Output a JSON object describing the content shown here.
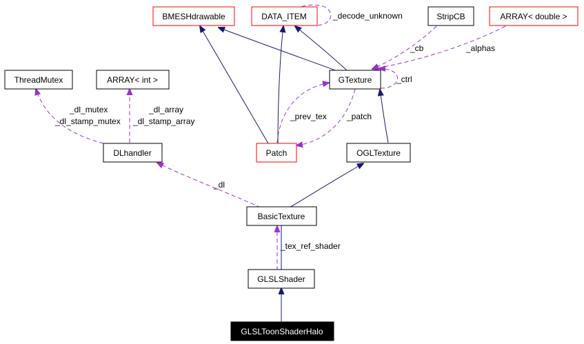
{
  "diagram": {
    "nodes": {
      "bmesh": "BMESHdrawable",
      "data_item": "DATA_ITEM",
      "stripcb": "StripCB",
      "array_double": "ARRAY< double >",
      "threadmutex": "ThreadMutex",
      "array_int": "ARRAY< int >",
      "gtexture": "GTexture",
      "dlhandler": "DLhandler",
      "patch": "Patch",
      "ogltexture": "OGLTexture",
      "basictexture": "BasicTexture",
      "glslshader": "GLSLShader",
      "toonhalo": "GLSLToonShaderHalo"
    },
    "edge_labels": {
      "decode_unknown": "_decode_unknown",
      "cb": "_cb",
      "alphas": "_alphas",
      "ctrl": "_ctrl",
      "dl_mutex": "_dl_mutex",
      "dl_stamp_mutex": "_dl_stamp_mutex",
      "dl_array": "_dl_array",
      "dl_stamp_array": "_dl_stamp_array",
      "prev_tex": "_prev_tex",
      "patch": "_patch",
      "dl": "_dl",
      "tex_ref_shader": "_tex_ref_shader"
    },
    "colors": {
      "inheritance_edge": "#191970",
      "usage_edge": "#9a32cd",
      "highlight_node_border": "#ff0000",
      "focus_node_fill": "#000000"
    }
  }
}
